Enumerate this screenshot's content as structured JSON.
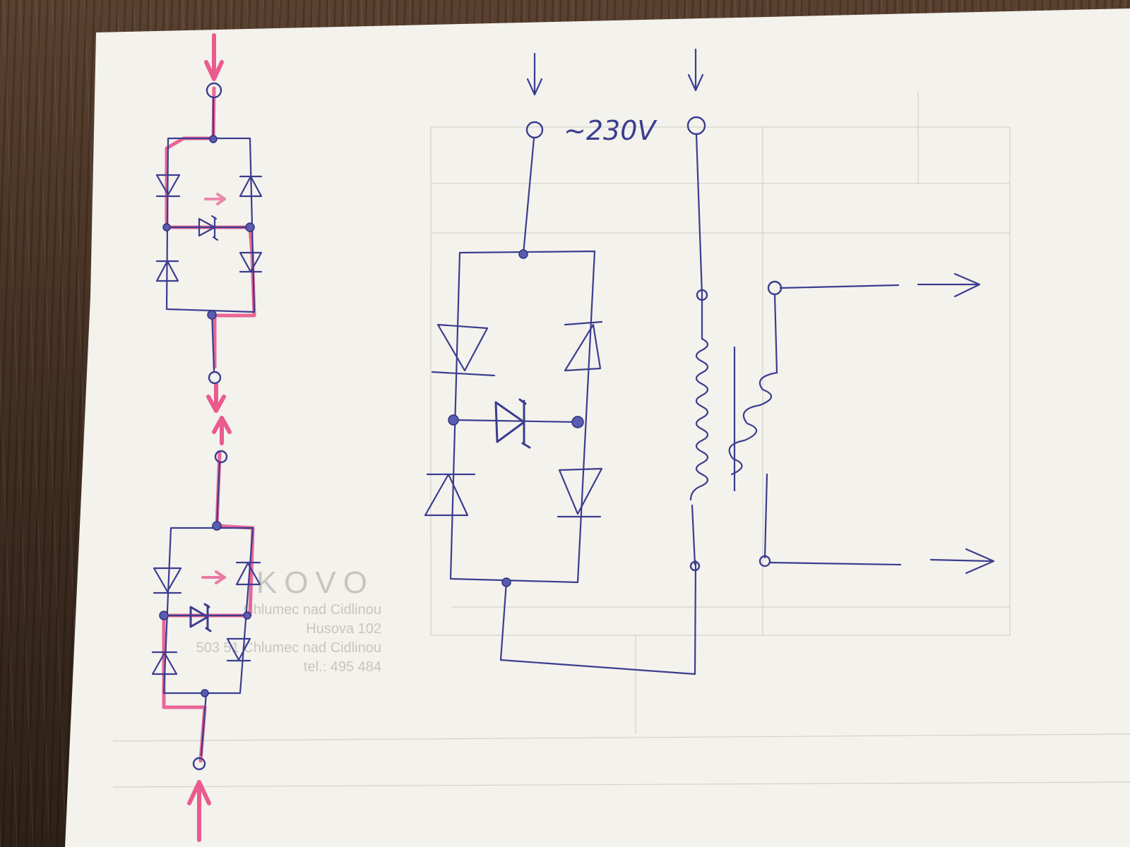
{
  "labels": {
    "voltage": "~230V"
  },
  "bleed_through": {
    "brand": "KOVO",
    "line1": "Chlumec nad Cidlinou",
    "line2": "Husova 102",
    "line3": "503 51 Chlumec nad Cidlinou",
    "line4": "tel.: 495 484"
  },
  "colors": {
    "ink": "#3b3d8f",
    "highlighter": "#e8578c",
    "paper": "#f3f2ed"
  }
}
